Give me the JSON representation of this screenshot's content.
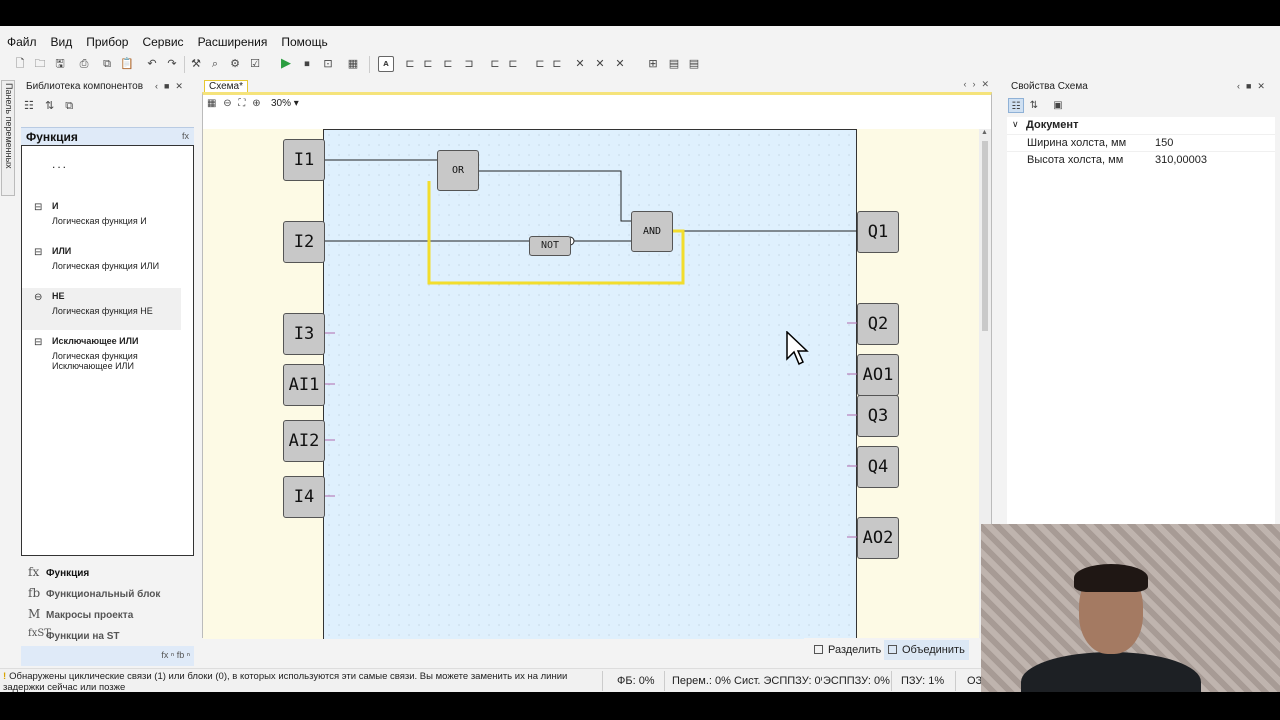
{
  "menu": [
    "Файл",
    "Вид",
    "Прибор",
    "Сервис",
    "Расширения",
    "Помощь"
  ],
  "left_panel": {
    "vertical_tab": "Панель переменных",
    "title": "Библиотека компонентов",
    "header": "Функция",
    "header_icon": "fx",
    "dots": "...",
    "items": [
      {
        "name": "И",
        "desc": "Логическая функция И"
      },
      {
        "name": "ИЛИ",
        "desc": "Логическая функция ИЛИ"
      },
      {
        "name": "НЕ",
        "desc": "Логическая функция НЕ"
      },
      {
        "name": "Исключающее ИЛИ",
        "desc": "Логическая функция Исключающее ИЛИ"
      }
    ],
    "bottom": [
      {
        "icon": "fx",
        "label": "Функция"
      },
      {
        "icon": "fb",
        "label": "Функциональный блок"
      },
      {
        "icon": "M",
        "label": "Макросы проекта"
      },
      {
        "icon": "fxST",
        "label": "Функции на ST"
      }
    ]
  },
  "editor": {
    "tab": "Схема*",
    "zoom": "30%",
    "inputs": [
      "I1",
      "I2",
      "I3",
      "AI1",
      "AI2",
      "I4"
    ],
    "outputs": [
      "Q1",
      "Q2",
      "AO1",
      "Q3",
      "Q4",
      "AO2"
    ],
    "blocks": {
      "or": "OR",
      "not": "NOT",
      "and": "AND"
    },
    "split": "Разделить",
    "merge": "Объединить"
  },
  "properties": {
    "title": "Свойства Схема",
    "category": "Документ",
    "rows": [
      {
        "key": "Ширина холста, мм",
        "value": "150"
      },
      {
        "key": "Высота холста, мм",
        "value": "310,00003"
      }
    ]
  },
  "status": {
    "message": "Обнаружены циклические связи (1) или блоки (0), в которых используются эти самые связи. Вы можете заменить их на линии задержки сейчас или позже",
    "fb": "ФБ: 0%",
    "vars": "Перем.: 0%",
    "sys_eeprom": "Сист. ЭСППЗУ: 0%",
    "eeprom": "ЭСППЗУ: 0%",
    "rom": "ПЗУ: 1%",
    "ram": "ОЗ"
  },
  "colors": {
    "accent_yellow": "#f2dd2c",
    "sheet": "#dff0fd",
    "block": "#c8c8c8"
  }
}
